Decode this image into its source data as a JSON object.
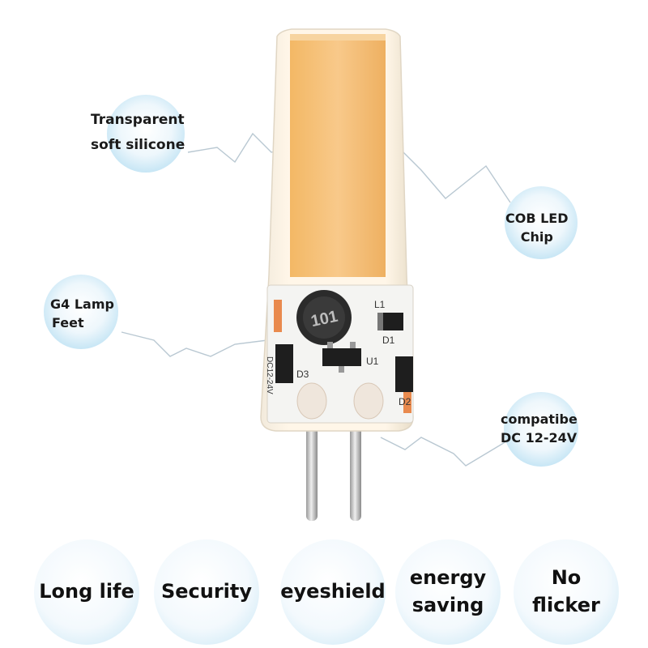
{
  "callouts": {
    "silicone": [
      "Transparent",
      "soft silicone"
    ],
    "cob": [
      "COB LED",
      "Chip"
    ],
    "feet": [
      "G4 Lamp",
      "Feet"
    ],
    "voltage": [
      "compatibe",
      "DC 12-24V"
    ]
  },
  "pcb_markings": {
    "inductor": "101",
    "l1": "L1",
    "d1": "D1",
    "u1": "U1",
    "d3": "D3",
    "d2": "D2",
    "voltage_print": "DC12-24V"
  },
  "features": [
    [
      "Long life"
    ],
    [
      "Security"
    ],
    [
      "eyeshield"
    ],
    [
      "energy",
      "saving"
    ],
    [
      "No",
      "flicker"
    ]
  ],
  "colors": {
    "chip": "#f5c078",
    "glow": "#bfe2f3",
    "pcb": "#f4f4f2",
    "pins": "#c8c8c8"
  }
}
